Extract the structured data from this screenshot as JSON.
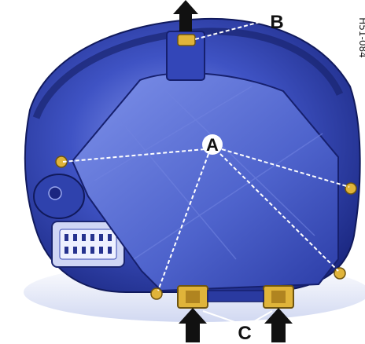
{
  "figure": {
    "reference_code": "H51-084",
    "labels": {
      "a": "A",
      "b": "B",
      "c": "C"
    }
  },
  "colors": {
    "housing_dark": "#1d2a8a",
    "housing_mid": "#3346b8",
    "housing_light": "#7d8fe6",
    "panel": "#5a6fd0",
    "fastener": "#e0b43a",
    "arrow": "#111111",
    "leader": "#ffffff"
  }
}
